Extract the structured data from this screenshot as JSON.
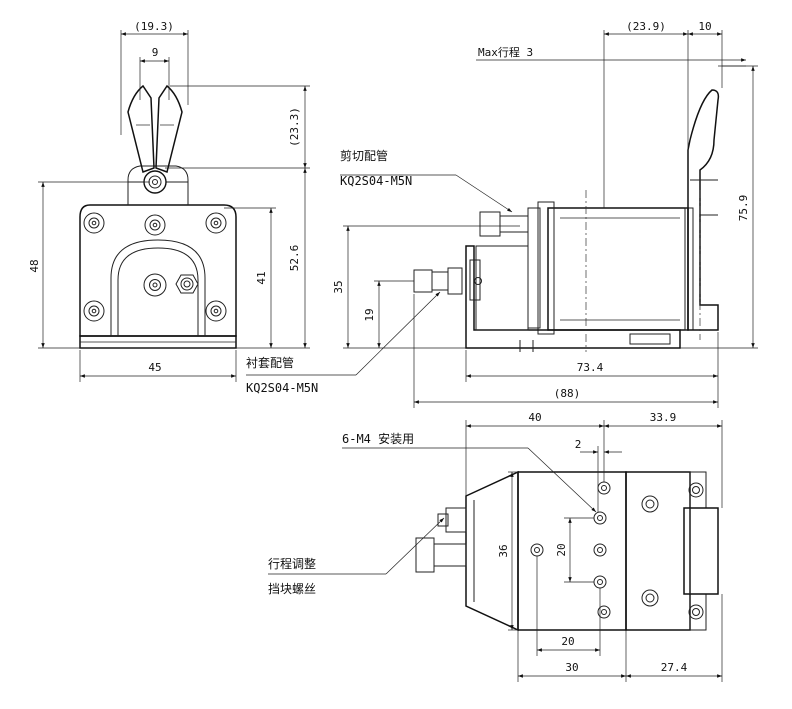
{
  "front_view": {
    "dims": {
      "jaw_open_width": "(19.3)",
      "jaw_gap": "9",
      "jaw_height": "(23.3)",
      "body_height": "48",
      "pivot_height": "41",
      "overall_height": "52.6",
      "body_width": "45"
    }
  },
  "side_view": {
    "dims": {
      "cylinder_length": "(23.9)",
      "stroke_offset": "10",
      "max_stroke": "Max行程 3",
      "overall_height": "75.9",
      "port_height_upper": "35",
      "port_height_lower": "19",
      "base_length": "73.4",
      "overall_length": "(88)"
    },
    "callouts": {
      "cut_pipe_title": "剪切配管",
      "cut_pipe_part": "KQ2S04-M5N",
      "sleeve_pipe_title": "衬套配管",
      "sleeve_pipe_part": "KQ2S04-M5N"
    }
  },
  "top_view": {
    "dims": {
      "width_40": "40",
      "width_33_9": "33.9",
      "offset_2": "2",
      "height_36": "36",
      "pitch_20_v": "20",
      "pitch_20_h": "20",
      "width_30": "30",
      "width_27_4": "27.4"
    },
    "callouts": {
      "mount_holes": "6-M4 安装用",
      "stroke_adjust_line1": "行程调整",
      "stroke_adjust_line2": "挡块螺丝"
    }
  }
}
